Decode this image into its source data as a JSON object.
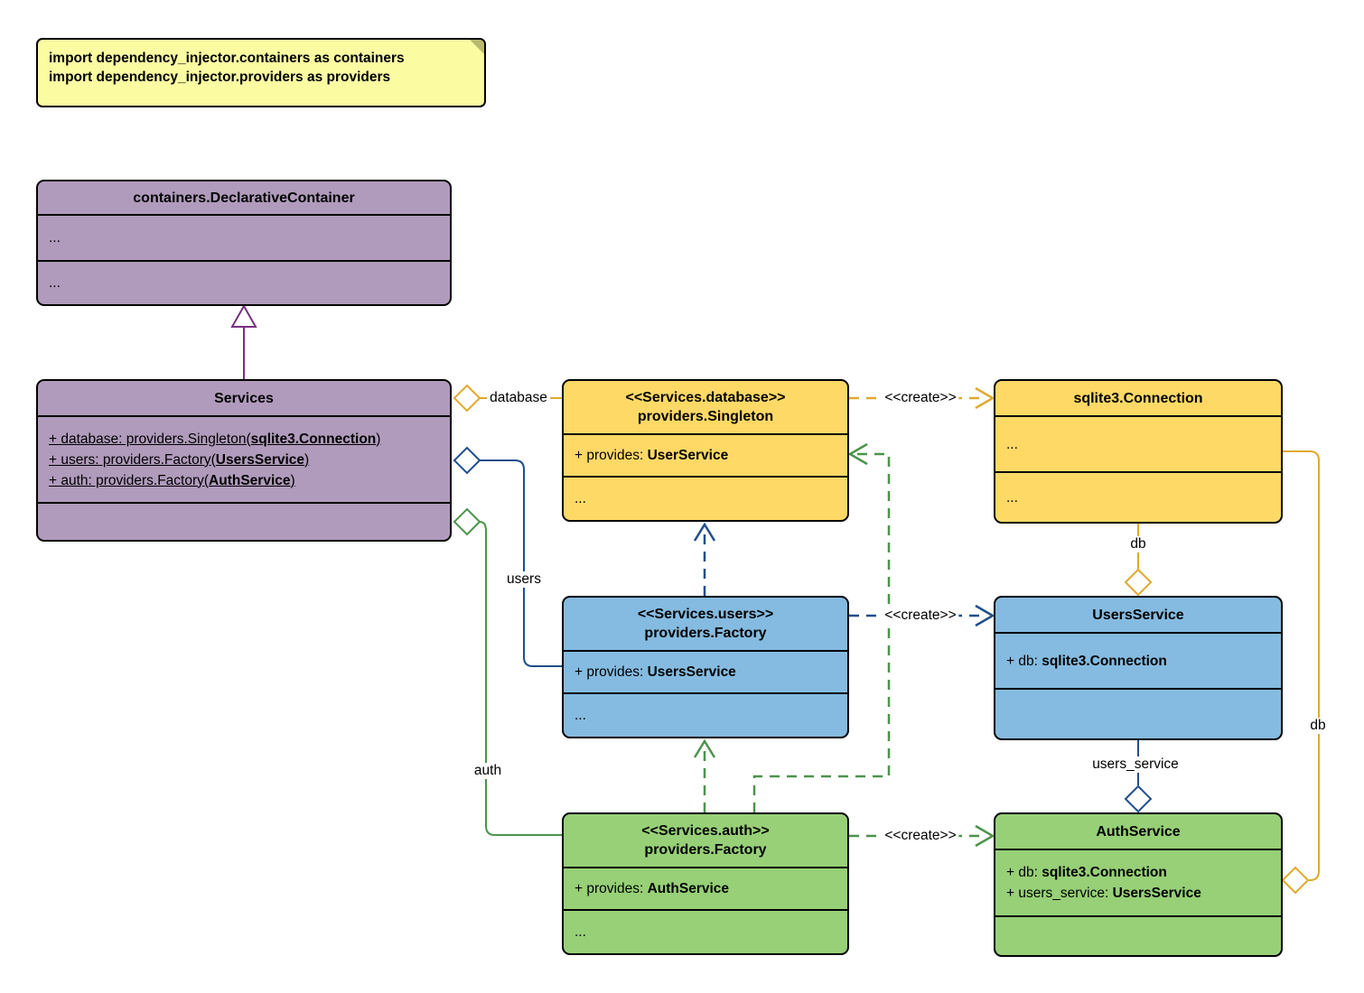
{
  "colors": {
    "purple_fill": "#B19BBC",
    "purple_line": "#76317F",
    "yellow_fill": "#FFD966",
    "yellow_line": "#E0A92E",
    "blue_fill": "#85BBE0",
    "blue_line": "#1F4E8C",
    "green_fill": "#97D077",
    "green_line": "#4A944A",
    "note_fill": "#FBFBA2"
  },
  "note": {
    "line1": "import dependency_injector.containers as containers",
    "line2": "import dependency_injector.providers as providers"
  },
  "classes": {
    "declarative_container": {
      "title": "containers.DeclarativeContainer",
      "section1": "...",
      "section2": "..."
    },
    "services": {
      "title": "Services",
      "attributes": [
        {
          "prefix": "+ database: providers.Singleton(",
          "bold": "sqlite3.Connection",
          "suffix": ")"
        },
        {
          "prefix": "+ users: providers.Factory(",
          "bold": "UsersService",
          "suffix": ")"
        },
        {
          "prefix": "+ auth: providers.Factory(",
          "bold": "AuthService",
          "suffix": ")"
        }
      ]
    },
    "database_singleton": {
      "stereotype": "<<Services.database>>",
      "title": "providers.Singleton",
      "provides_prefix": "+ provides: ",
      "provides_bold": "UserService",
      "ellipsis": "..."
    },
    "sqlite_connection": {
      "title": "sqlite3.Connection",
      "section1": "...",
      "section2": "..."
    },
    "users_factory": {
      "stereotype": "<<Services.users>>",
      "title": "providers.Factory",
      "provides_prefix": "+ provides: ",
      "provides_bold": "UsersService",
      "ellipsis": "..."
    },
    "users_service": {
      "title": "UsersService",
      "attr_prefix": "+ db: ",
      "attr_bold": "sqlite3.Connection"
    },
    "auth_factory": {
      "stereotype": "<<Services.auth>>",
      "title": "providers.Factory",
      "provides_prefix": "+ provides: ",
      "provides_bold": "AuthService",
      "ellipsis": "..."
    },
    "auth_service": {
      "title": "AuthService",
      "attributes": [
        {
          "prefix": "+ db: ",
          "bold": "sqlite3.Connection"
        },
        {
          "prefix": "+ users_service: ",
          "bold": "UsersService"
        }
      ]
    }
  },
  "edge_labels": {
    "database": "database",
    "users": "users",
    "auth": "auth",
    "create_database": "<<create>>",
    "create_users": "<<create>>",
    "create_auth": "<<create>>",
    "db_middle": "db",
    "users_service": "users_service",
    "db_right": "db"
  }
}
